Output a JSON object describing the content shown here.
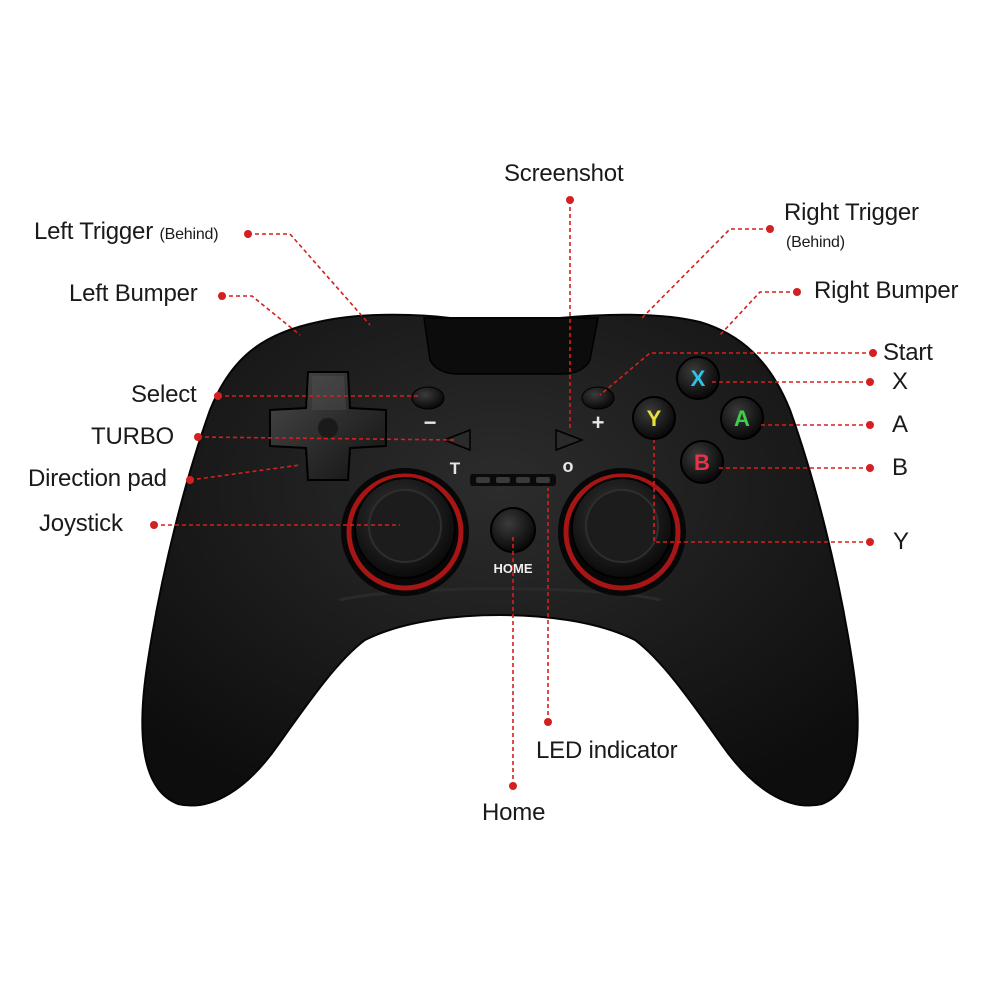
{
  "labels": {
    "screenshot": "Screenshot",
    "left_trigger": "Left Trigger",
    "left_trigger_note": "(Behind)",
    "right_trigger": "Right Trigger",
    "right_trigger_note": "(Behind)",
    "left_bumper": "Left Bumper",
    "right_bumper": "Right Bumper",
    "start": "Start",
    "select": "Select",
    "x": "X",
    "turbo": "TURBO",
    "a": "A",
    "direction_pad": "Direction pad",
    "b": "B",
    "joystick": "Joystick",
    "y": "Y",
    "led_indicator": "LED indicator",
    "home": "Home"
  },
  "controller": {
    "minus_symbol": "−",
    "plus_symbol": "+",
    "turbo_symbol": "T",
    "screenshot_symbol": "o",
    "home_text": "HOME",
    "face_buttons": [
      {
        "letter": "X",
        "color": "#2ec4e6"
      },
      {
        "letter": "Y",
        "color": "#e8e03a"
      },
      {
        "letter": "A",
        "color": "#3fcf4a"
      },
      {
        "letter": "B",
        "color": "#e8344a"
      }
    ]
  },
  "colors": {
    "callout": "#d42020",
    "body": "#1c1c1c",
    "stick_ring": "#c41818"
  }
}
